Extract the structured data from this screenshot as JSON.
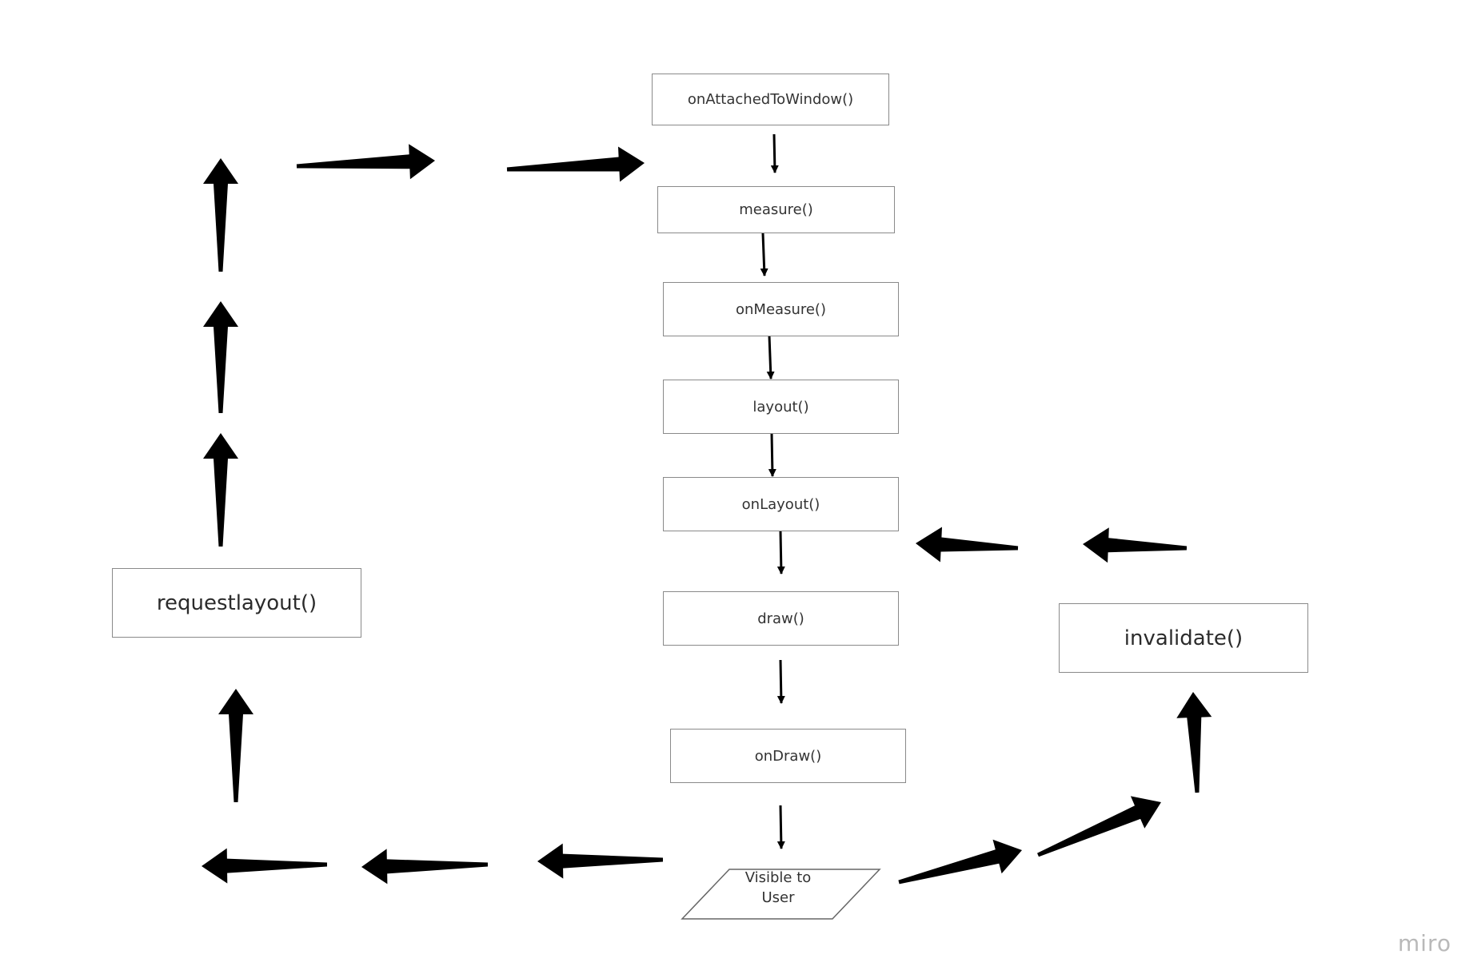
{
  "diagram": {
    "nodes": {
      "on_attached": "onAttachedToWindow()",
      "measure": "measure()",
      "on_measure": "onMeasure()",
      "layout": "layout()",
      "on_layout": "onLayout()",
      "draw": "draw()",
      "on_draw": "onDraw()",
      "visible_line1": "Visible to",
      "visible_line2": "User",
      "request_layout": "requestlayout()",
      "invalidate": "invalidate()"
    },
    "watermark": "miro"
  }
}
